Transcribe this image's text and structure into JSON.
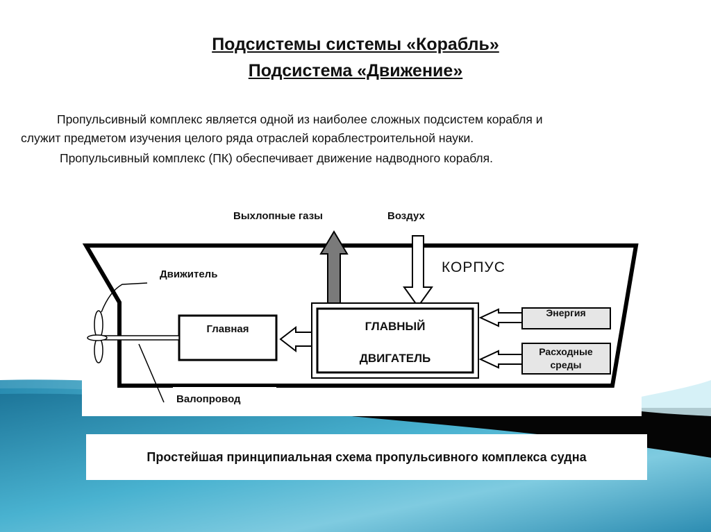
{
  "slide": {
    "title_line1": "Подсистемы системы «Корабль»",
    "title_line2": "Подсистема «Движение»",
    "paragraph_line1": "Пропульсивный комплекс является одной из наиболее сложных подсистем корабля и",
    "paragraph_line2": "служит предметом изучения целого ряда отраслей кораблестроительной науки.",
    "paragraph_line3": "Пропульсивный комплекс (ПК) обеспечивает движение надводного корабля."
  },
  "diagram": {
    "exhaust_label": "Выхлопные газы",
    "air_label": "Воздух",
    "hull_label": "КОРПУС",
    "propulsor_label": "Движитель",
    "gear_label": "Главная",
    "engine_line1": "ГЛАВНЫЙ",
    "engine_line2": "ДВИГАТЕЛЬ",
    "energy_label": "Энергия",
    "consumables_line1": "Расходные",
    "consumables_line2": "среды",
    "shafting_label": "Валопровод"
  },
  "caption": {
    "text": "Простейшая принципиальная схема пропульсивного комплекса судна"
  },
  "colors": {
    "teal_light": "#8fd3e6",
    "teal_mid": "#3fa6c6",
    "teal_dark": "#1b6f92",
    "black_band": "#050505",
    "box_gray": "#e6e6e6",
    "arrow_dark": "#7a7a7a"
  }
}
